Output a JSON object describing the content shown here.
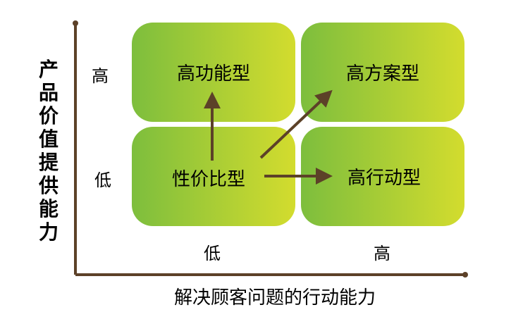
{
  "y_axis_label": "产品价值提供能力",
  "x_axis_label": "解决顾客问题的行动能力",
  "y_ticks": {
    "high": "高",
    "low": "低"
  },
  "x_ticks": {
    "low": "低",
    "high": "高"
  },
  "quadrants": {
    "top_left": "高功能型",
    "top_right": "高方案型",
    "bottom_left": "性价比型",
    "bottom_right": "高行动型"
  },
  "colors": {
    "axis": "#5c4128",
    "gradient_start": "#7dbe3d",
    "gradient_end": "#d3dc2e"
  }
}
